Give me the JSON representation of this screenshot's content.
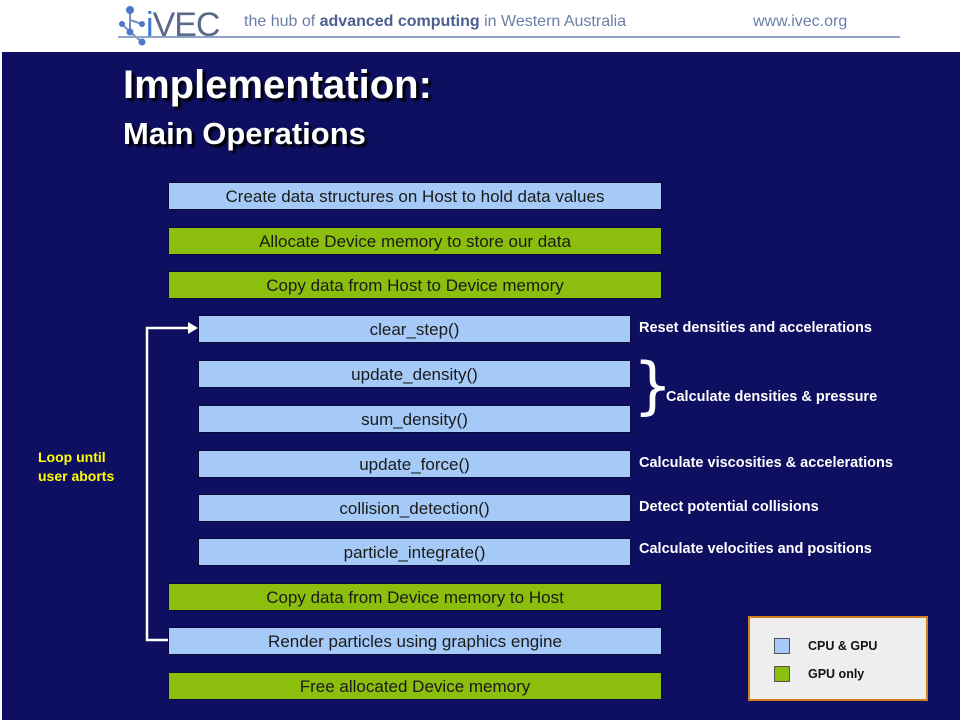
{
  "header": {
    "logo": "iVEC",
    "tagline_pre": "the hub of",
    "tagline_bold": "advanced computing",
    "tagline_post": "in Western Australia",
    "url": "www.ivec.org"
  },
  "title": {
    "line1": "Implementation:",
    "line2": "Main Operations"
  },
  "steps": {
    "create": "Create data structures on Host to hold data values",
    "allocate": "Allocate Device memory to store our data",
    "copy_to_device": "Copy data from Host to Device memory",
    "clear_step": "clear_step()",
    "update_density": "update_density()",
    "sum_density": "sum_density()",
    "update_force": "update_force()",
    "collision_detection": "collision_detection()",
    "particle_integrate": "particle_integrate()",
    "copy_to_host": "Copy data from Device memory to Host",
    "render": "Render particles using graphics engine",
    "free": "Free allocated Device memory"
  },
  "notes": {
    "reset": "Reset densities and accelerations",
    "densities": "Calculate densities & pressure",
    "viscosities": "Calculate viscosities & accelerations",
    "collisions": "Detect potential collisions",
    "velocities": "Calculate velocities and positions"
  },
  "loop": {
    "line1": "Loop until",
    "line2": "user aborts"
  },
  "legend": {
    "cpu_gpu": "CPU & GPU",
    "gpu_only": "GPU only"
  },
  "colors": {
    "background": "#0f0f62",
    "cpu_gpu_box": "#a6caf7",
    "gpu_only_box": "#8cbf0d",
    "loop_text": "#ffff00"
  }
}
